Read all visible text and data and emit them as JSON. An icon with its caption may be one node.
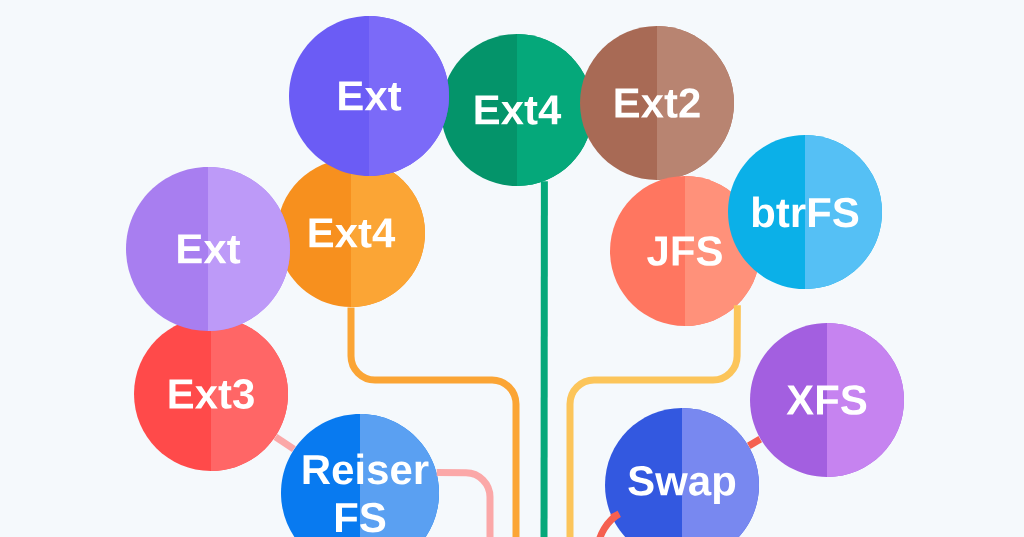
{
  "diagram": {
    "nodes": [
      {
        "text": [
          "Ext"
        ]
      },
      {
        "text": [
          "Ext4"
        ]
      },
      {
        "text": [
          "Ext2"
        ]
      },
      {
        "text": [
          "Ext"
        ]
      },
      {
        "text": [
          "Ext4"
        ]
      },
      {
        "text": [
          "btrFS"
        ]
      },
      {
        "text": [
          "JFS"
        ]
      },
      {
        "text": [
          "Ext3"
        ]
      },
      {
        "text": [
          "XFS"
        ]
      },
      {
        "text": [
          "Reiser FS"
        ]
      },
      {
        "text": [
          "Swap"
        ]
      }
    ],
    "edges": [
      {
        "from": 4,
        "to": null,
        "arrow": "none",
        "color": "#fba535"
      },
      {
        "from": 1,
        "to": null,
        "arrow": "none",
        "color": "#05a87a"
      },
      {
        "from": 6,
        "to": null,
        "arrow": "none",
        "color": "#fcc55a"
      },
      {
        "from": 7,
        "to": 9,
        "arrow": "none",
        "color": "#fba8a8"
      },
      {
        "from": 9,
        "to": null,
        "arrow": "none",
        "color": "#fba8a8"
      },
      {
        "from": 8,
        "to": 10,
        "arrow": "none",
        "color": "#f56050"
      },
      {
        "from": 10,
        "to": null,
        "arrow": "none",
        "color": "#f56050"
      }
    ]
  }
}
